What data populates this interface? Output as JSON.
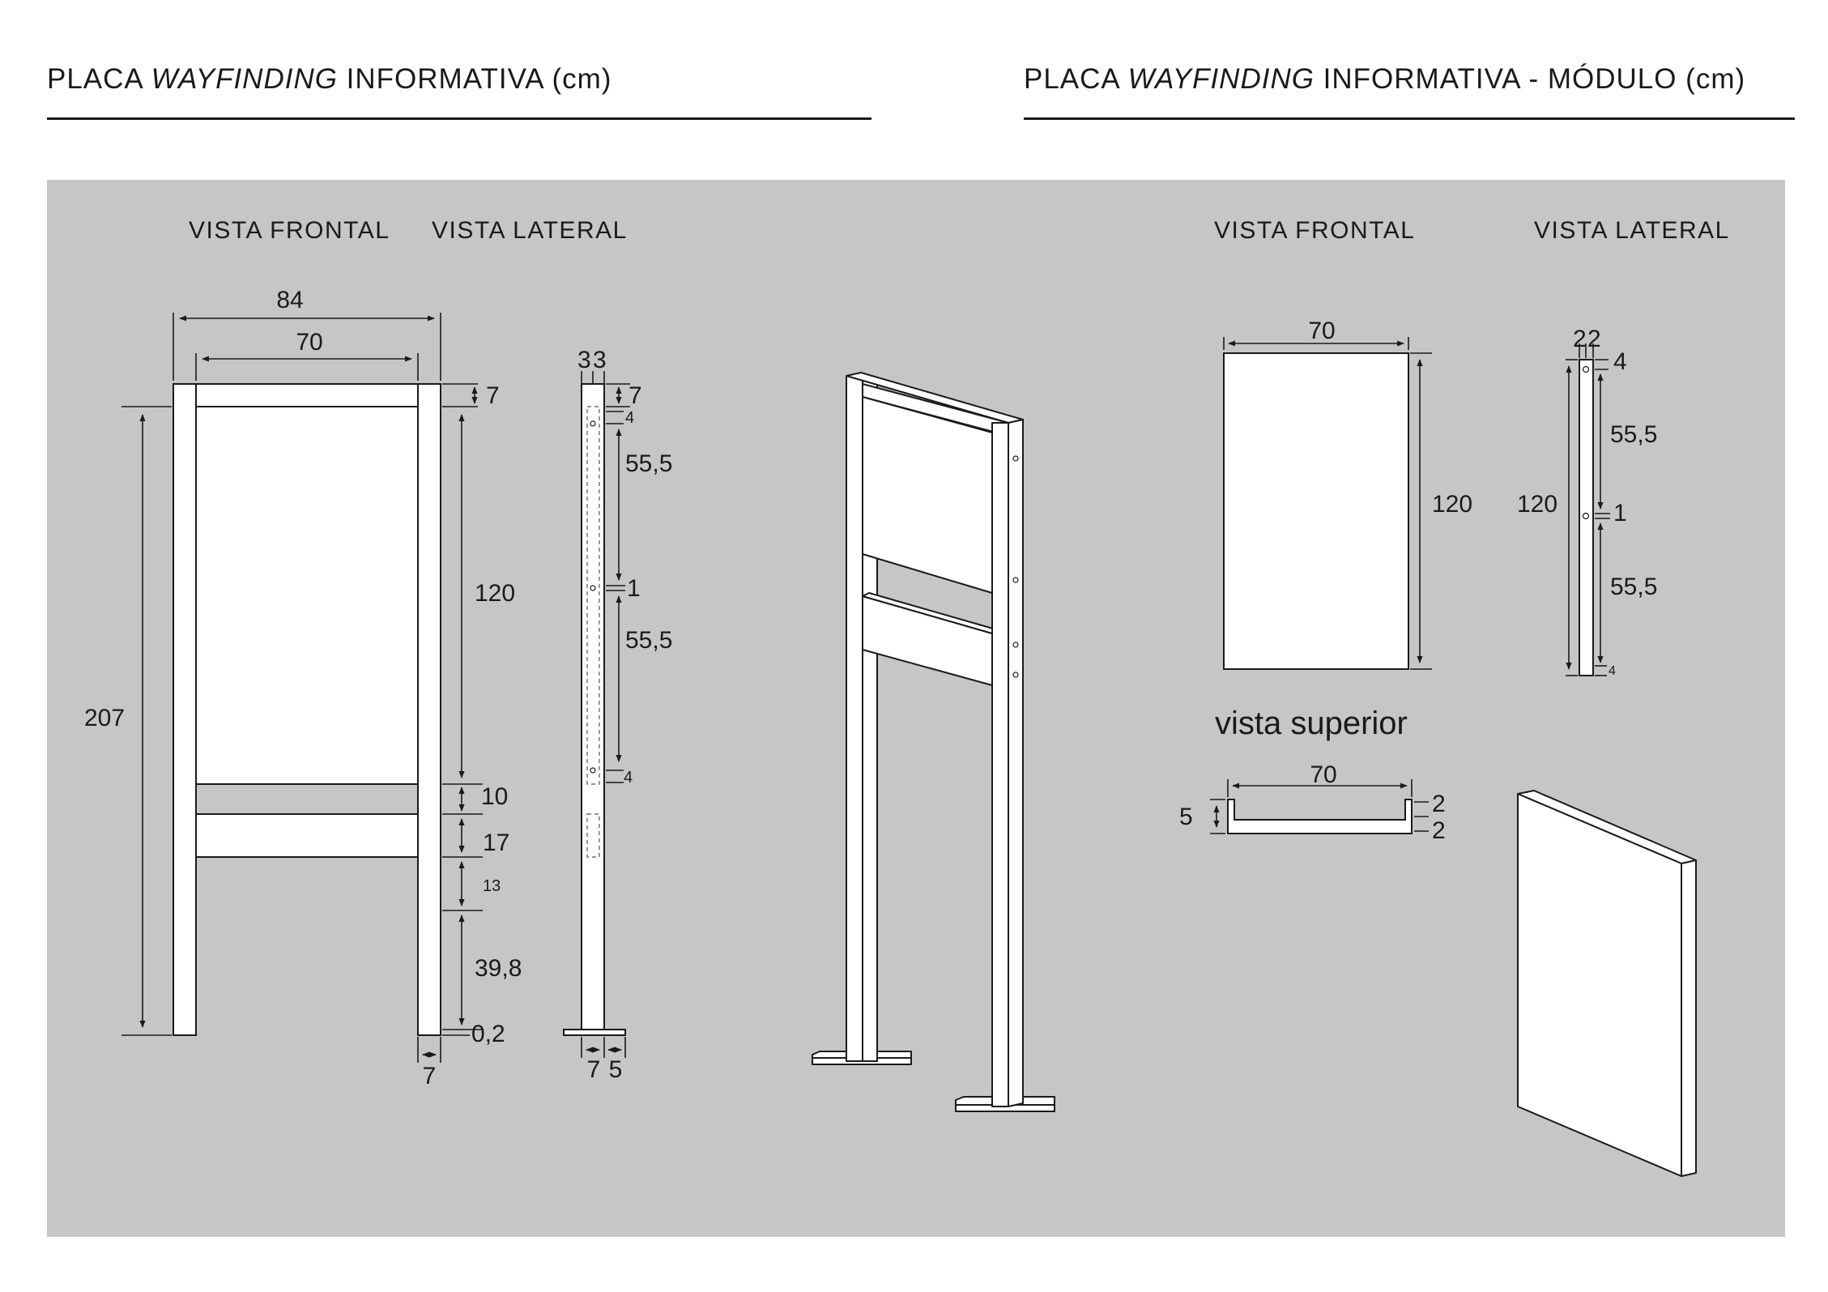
{
  "headers": {
    "left": {
      "pre": "PLACA ",
      "italic": "WAYFINDING",
      "post": " INFORMATIVA  (cm)"
    },
    "right": {
      "pre": "PLACA ",
      "italic": "WAYFINDING",
      "post": " INFORMATIVA - MÓDULO  (cm)"
    }
  },
  "labels": {
    "front_left": "VISTA FRONTAL",
    "side_left": "VISTA LATERAL",
    "front_right": "VISTA FRONTAL",
    "side_right": "VISTA LATERAL",
    "top_view": "vista superior"
  },
  "dims_left_front": {
    "overall_width": "84",
    "panel_width": "70",
    "top_bar": "7",
    "height": "207",
    "panel_height": "120",
    "gap": "10",
    "bar": "17",
    "gap2": "13",
    "leg": "39,8",
    "foot": "0,2",
    "post": "7"
  },
  "dims_left_side": {
    "top_a": "3",
    "top_b": "3",
    "top": "7",
    "hole_top": "4",
    "span1": "55,5",
    "mid": "1",
    "span2": "55,5",
    "hole_bottom": "4",
    "base_a": "7",
    "base_b": "5"
  },
  "dims_right_front": {
    "width": "70",
    "height": "120"
  },
  "dims_right_side": {
    "top_a": "2",
    "top_b": "2",
    "top": "4",
    "height": "120",
    "span1": "55,5",
    "mid": "1",
    "span2": "55,5",
    "bottom": "4"
  },
  "dims_top_view": {
    "width": "70",
    "depth": "5",
    "lip_a": "2",
    "lip_b": "2"
  },
  "colors": {
    "panel": "#c6c6c6",
    "ink": "#1a1a1a",
    "fill": "#ffffff"
  }
}
